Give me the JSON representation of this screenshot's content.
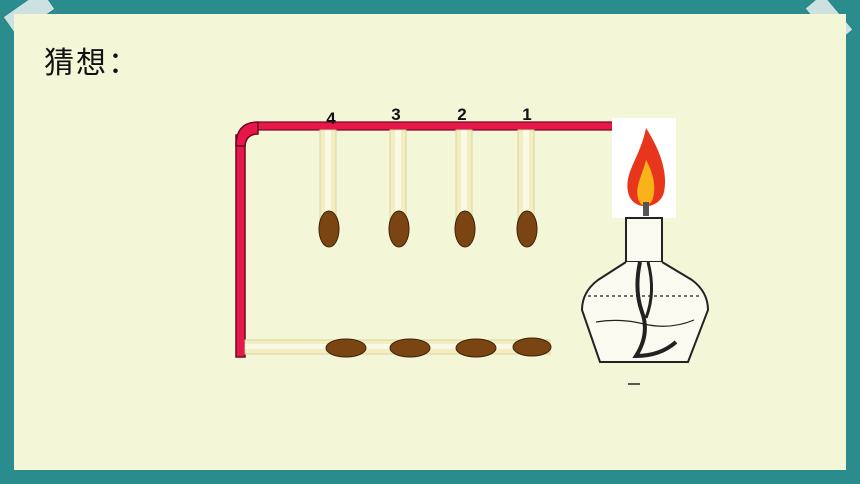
{
  "slide": {
    "title": "猜想："
  },
  "diagram": {
    "match_labels": [
      "4",
      "3",
      "2",
      "1"
    ],
    "colors": {
      "rod": "#e8174a",
      "match_head": "#7a4512",
      "match_stick": "#f2eec0",
      "flame_outer": "#e8361c",
      "flame_inner": "#f9b21a",
      "background": "#2b8c8e",
      "slide": "#f4f6d8"
    },
    "icons": [
      "alcohol-lamp-icon",
      "flame-icon",
      "match-icon"
    ]
  }
}
